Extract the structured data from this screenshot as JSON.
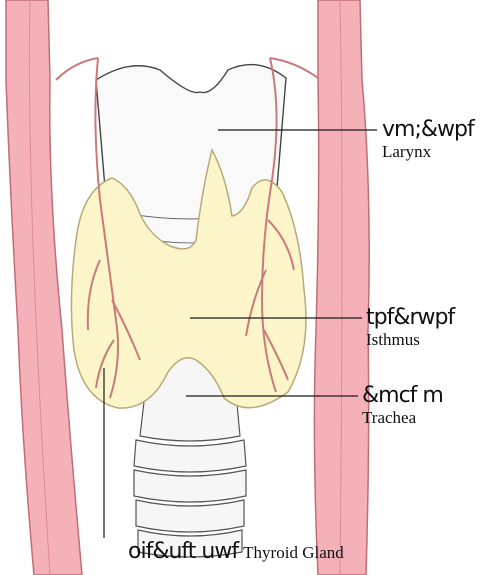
{
  "colors": {
    "artery": "#f4b2b8",
    "artery_edge": "#c06d77",
    "vessel": "#c97b7b",
    "gland_fill": "#fbf5c9",
    "gland_edge": "#b8a978",
    "cartilage": "#f6f6f6",
    "line": "#1a1a1a"
  },
  "labels": {
    "larynx": {
      "native": "vm;&wpf",
      "english": "Larynx"
    },
    "isthmus": {
      "native": "tpf&rwpf",
      "english": "Isthmus"
    },
    "trachea": {
      "native": "&mcf m",
      "english": "Trachea"
    },
    "thyroid": {
      "native": "oif&uft uwf",
      "english": "Thyroid Gland"
    }
  }
}
